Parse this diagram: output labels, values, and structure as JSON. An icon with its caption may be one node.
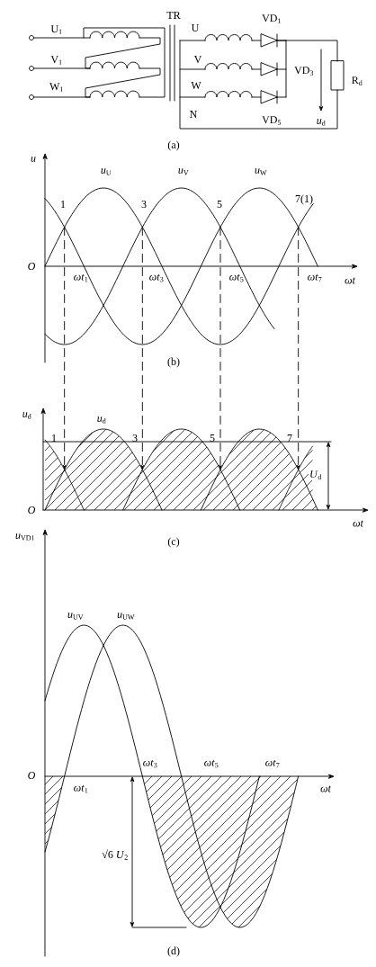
{
  "diagram": {
    "labels": [
      "U$_{1}$",
      "V$_{1}$",
      "W$_{1}$",
      "TR",
      "U",
      "V",
      "W",
      "N",
      "VD$_{1}$",
      "VD$_{3}$",
      "VD$_{5}$",
      "R$_{d}$",
      "*u*$_{d}$",
      "(a)",
      "*u*",
      "*u*$_{U}$",
      "*u*$_{V}$",
      "*u*$_{W}$",
      "1",
      "3",
      "5",
      "7(1)",
      "*O*",
      "*ωt*$_{1}$",
      "*ωt*$_{3}$",
      "*ωt*$_{5}$",
      "*ωt*$_{7}$",
      "ωt",
      "(b)",
      "*u*$_{d}$",
      "*u*$_{d}$",
      "1",
      "3",
      "5",
      "7",
      "*O*",
      "*U*$_{d}$",
      "ωt",
      "(c)",
      "*u*$_{VD1}$",
      "*u*$_{UV}$",
      "*u*$_{UW}$",
      "*O*",
      "*ωt*$_{1}$",
      "*ωt*$_{3}$",
      "*ωt*$_{5}$",
      "*ωt*$_{7}$",
      "ωt",
      "√6 *U*$_{2}$",
      "(d)"
    ]
  }
}
